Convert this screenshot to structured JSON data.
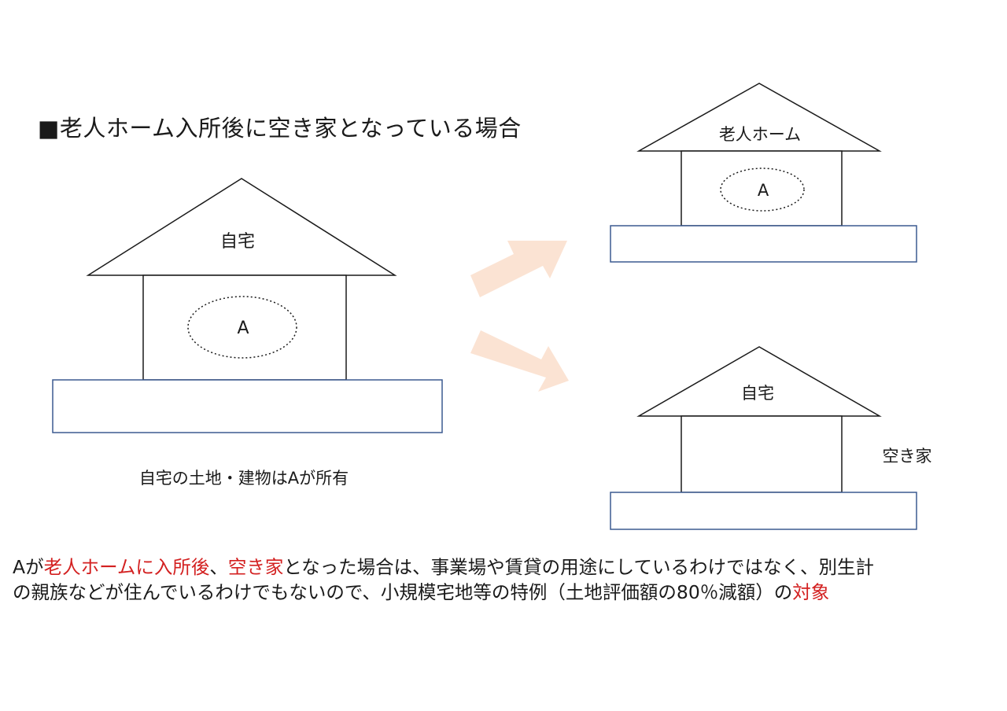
{
  "title": "■老人ホーム入所後に空き家となっている場合",
  "left_house": {
    "roof_label": "自宅",
    "occupant_label": "A",
    "caption": "自宅の土地・建物はAが所有"
  },
  "top_right_house": {
    "roof_label": "老人ホーム",
    "occupant_label": "A"
  },
  "bottom_right_house": {
    "roof_label": "自宅",
    "side_label": "空き家"
  },
  "explanation": {
    "line1": [
      {
        "text": "Aが",
        "highlight": false
      },
      {
        "text": "老人ホームに入所後",
        "highlight": true
      },
      {
        "text": "、",
        "highlight": false
      },
      {
        "text": "空き家",
        "highlight": true
      },
      {
        "text": "となった場合は、事業場や賃貸の用途にしているわけではなく、別生計",
        "highlight": false
      }
    ],
    "line2": [
      {
        "text": "の親族などが住んでいるわけでもないので、小規模宅地等の特例（土地評価額の80％減額）の",
        "highlight": false
      },
      {
        "text": "対象",
        "highlight": true
      }
    ]
  },
  "colors": {
    "text": "#1a1a1a",
    "highlight": "#d32020",
    "land_border": "#3b5a91",
    "arrow": "#fbe3d3"
  }
}
